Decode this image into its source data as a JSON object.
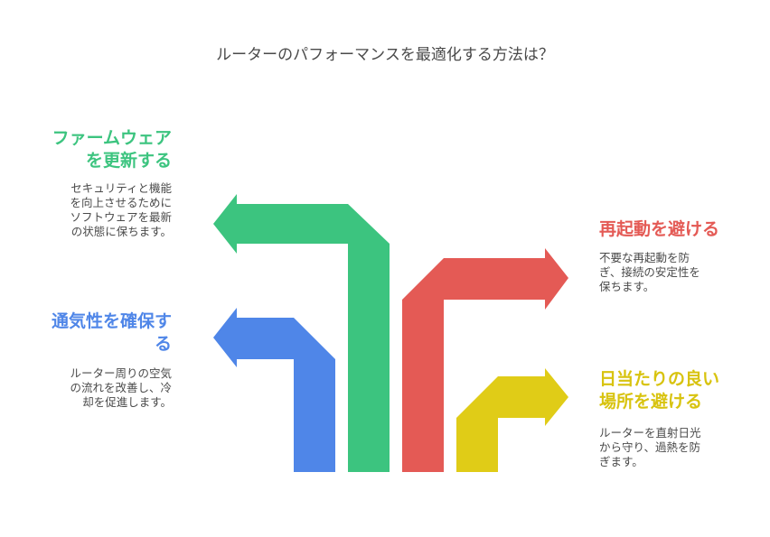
{
  "title": "ルーターのパフォーマンスを最適化する方法は？",
  "items": [
    {
      "heading_lines": [
        "ファームウェア",
        "を更新する"
      ],
      "desc_lines": [
        "セキュリティと機能",
        "を向上させるために",
        "ソフトウェアを最新",
        "の状態に保ちます。"
      ],
      "color": "#3cc47f"
    },
    {
      "heading_lines": [
        "通気性を確保す",
        "る"
      ],
      "desc_lines": [
        "ルーター周りの空気",
        "の流れを改善し、冷",
        "却を促進します。"
      ],
      "color": "#4f86e8"
    },
    {
      "heading_lines": [
        "再起動を避ける"
      ],
      "desc_lines": [
        "不要な再起動を防",
        "ぎ、接続の安定性を",
        "保ちます。"
      ],
      "color": "#e45a55"
    },
    {
      "heading_lines": [
        "日当たりの良い",
        "場所を避ける"
      ],
      "desc_lines": [
        "ルーターを直射日光",
        "から守り、過熱を防",
        "ぎます。"
      ],
      "color": "#e0cc17"
    }
  ]
}
